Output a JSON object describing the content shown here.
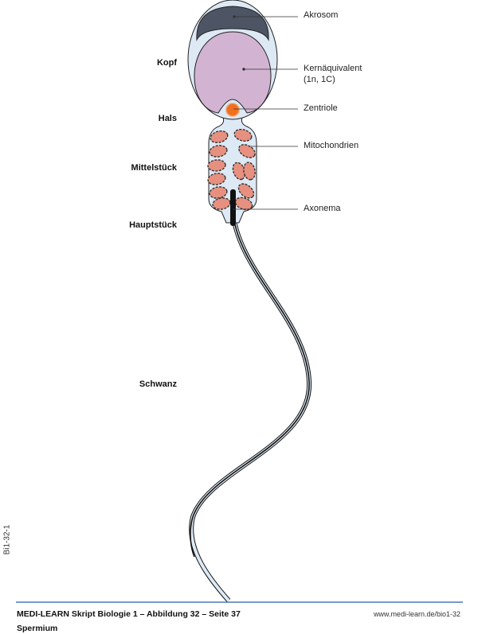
{
  "labels_right": {
    "akrosom": "Akrosom",
    "kern": "Kernäquivalent",
    "kern_sub": "(1n, 1C)",
    "zentriole": "Zentriole",
    "mitochondrien": "Mitochondrien",
    "axonema": "Axonema"
  },
  "labels_left": {
    "kopf": "Kopf",
    "hals": "Hals",
    "mittelstueck": "Mittelstück",
    "hauptstueck": "Hauptstück",
    "schwanz": "Schwanz"
  },
  "footer": {
    "title": "MEDI-LEARN Skript Biologie 1 – Abbildung 32 – Seite 37",
    "subtitle": "Spermium",
    "url": "www.medi-learn.de/bio1-32",
    "code": "Bi1-32-1"
  },
  "colors": {
    "cytoplasm": "#dde9f5",
    "acrosome": "#4d5564",
    "nucleus": "#d2b4d2",
    "centriole": "#f07020",
    "mito": "#e8907f",
    "rule": "#4a7ab8"
  }
}
